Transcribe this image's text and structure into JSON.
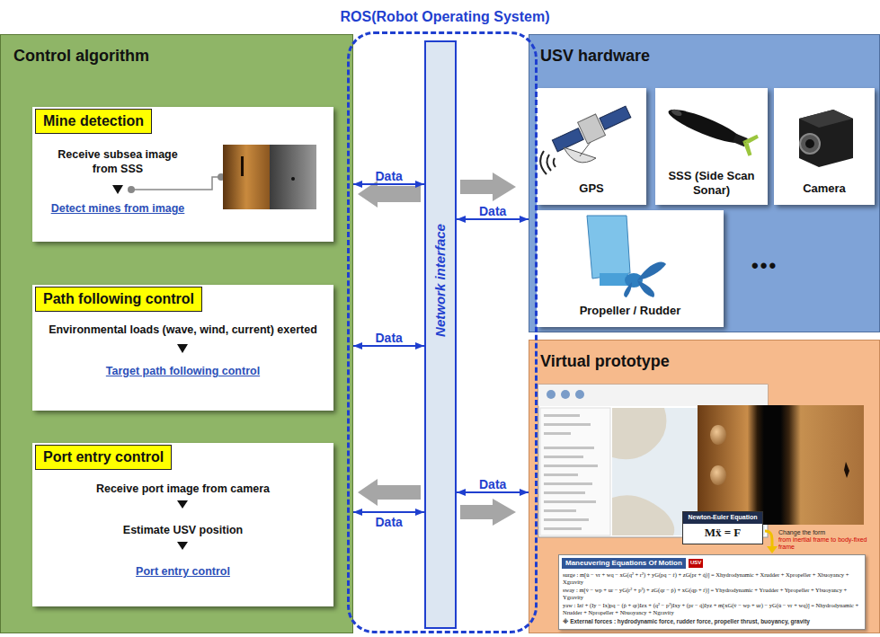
{
  "diagram": {
    "nodes": [
      {
        "text": [
          "ROS(Robot Operating System)"
        ]
      },
      {
        "text": [
          "Control algorithm"
        ]
      },
      {
        "text": [
          "Mine detection",
          "Receive subsea image from SSS",
          "Detect mines from image"
        ],
        "in": 1
      },
      {
        "text": [
          "Path following control",
          "Environmental loads (wave, wind, current) exerted",
          "Target path following control"
        ],
        "in": 1
      },
      {
        "text": [
          "Port entry control",
          "Receive port image from camera",
          "Estimate USV position",
          "Port entry control"
        ],
        "in": 1
      },
      {
        "text": [
          "Network interface"
        ],
        "in": 0
      },
      {
        "text": [
          "USV hardware"
        ]
      },
      {
        "text": [
          "GPS"
        ],
        "in": 6
      },
      {
        "text": [
          "SSS (Side Scan Sonar)"
        ],
        "in": 6
      },
      {
        "text": [
          "Camera"
        ],
        "in": 6
      },
      {
        "text": [
          "Propeller / Rudder"
        ],
        "in": 6
      },
      {
        "text": [
          "Virtual prototype"
        ]
      },
      {
        "text": [
          "Newton-Euler Equation",
          "Mẍ = F"
        ],
        "in": 11
      },
      {
        "text": [
          "Maneuvering Equations Of Motion",
          "USV",
          "surge : m[u̇ − vr + wq − xG(q² + r²) + yG(pq − ṙ) + zG(pr + q̇)] = Xhydrodynamic + Xrudder + Xpropeller + Xbuoyancy + Xgravity",
          "sway : m[v̇ − wp + ur − yG(r² + p²) + zG(qr − ṗ) + xG(qp + ṙ)] = Yhydrodynamic + Yrudder + Ypropeller + Ybuoyancy + Ygravity",
          "yaw : Izṙ + (Iy − Ix)pq − (ṗ + qr)Izx + (q² − p²)Ixy + (pr − q̇)Iyz + m[xG(v̇ − wp + ur) − yG(u̇ − vr + wq)] = Nhydrodynamic + Nrudder + Npropeller + Nbuoyancy + Ngravity",
          "※ External forces : hydrodynamic force, rudder force, propeller thrust, buoyancy, gravity"
        ],
        "in": 11
      }
    ],
    "edges": [
      {
        "from": 1,
        "to": 5,
        "label": "Data",
        "arrow": "both"
      },
      {
        "from": 5,
        "to": 6,
        "label": "Data",
        "arrow": "both"
      },
      {
        "from": 1,
        "to": 5,
        "label": "Data",
        "arrow": "both"
      },
      {
        "from": 5,
        "to": 11,
        "label": "Data",
        "arrow": "both"
      },
      {
        "from": 1,
        "to": 5,
        "label": "Data",
        "arrow": "both"
      }
    ],
    "labels": [
      "•••",
      "Change the form",
      "from inertial frame to body-fixed frame"
    ]
  }
}
